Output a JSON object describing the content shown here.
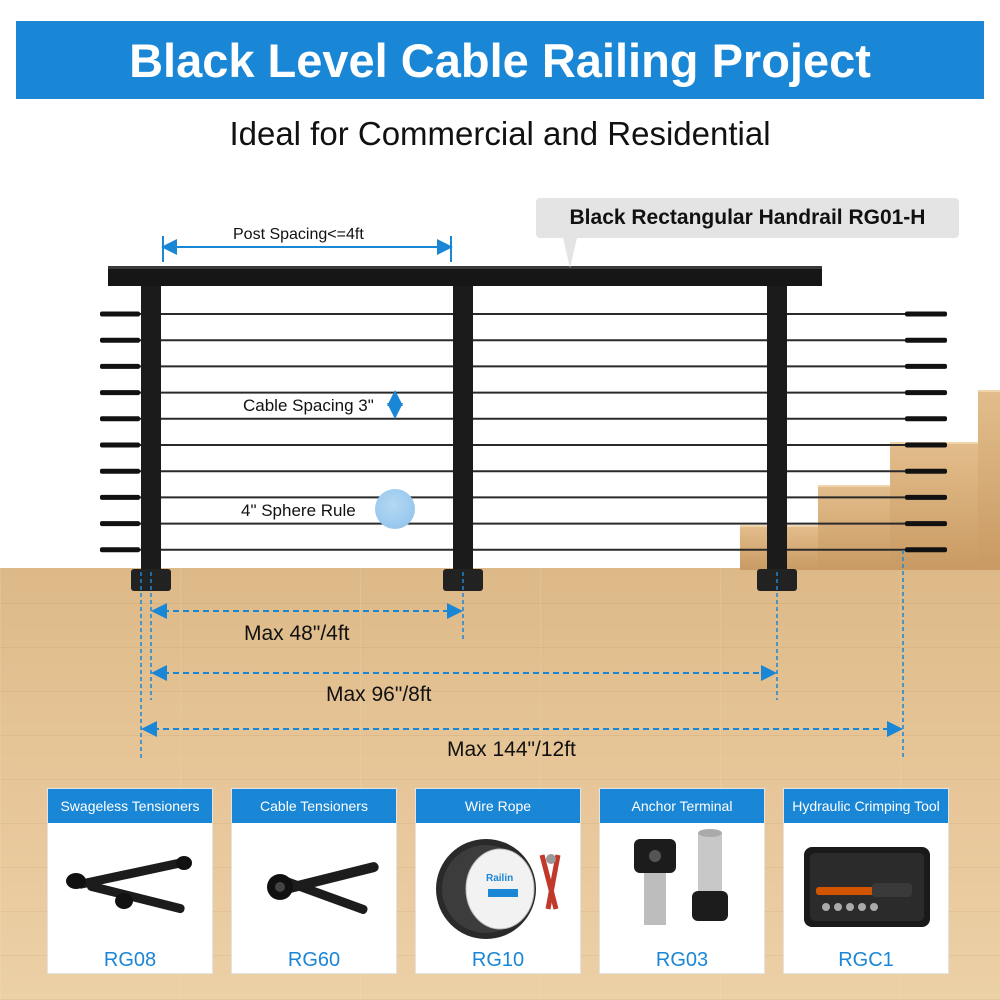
{
  "title": "Black Level Cable Railing Project",
  "subtitle": "Ideal for Commercial and Residential",
  "handrail_label": "Black Rectangular Handrail RG01-H",
  "annotations": {
    "post_spacing": "Post Spacing<=4ft",
    "cable_spacing": "Cable Spacing 3\"",
    "sphere_rule": "4\" Sphere Rule",
    "max_48": "Max 48\"/4ft",
    "max_96": "Max 96\"/8ft",
    "max_144": "Max 144\"/12ft"
  },
  "colors": {
    "accent": "#1a86d6",
    "railing": "#1b1b1b",
    "deck": "#e6c597"
  },
  "products": [
    {
      "name": "Swageless Tensioners",
      "code": "RG08",
      "icon": "swageless-tensioner-icon"
    },
    {
      "name": "Cable Tensioners",
      "code": "RG60",
      "icon": "cable-tensioner-icon"
    },
    {
      "name": "Wire Rope",
      "code": "RG10",
      "icon": "wire-rope-spool-icon",
      "spool_label": "Railin"
    },
    {
      "name": "Anchor Terminal",
      "code": "RG03",
      "icon": "anchor-terminal-icon"
    },
    {
      "name": "Hydraulic Crimping Tool",
      "code": "RGC1",
      "icon": "crimping-tool-case-icon"
    }
  ]
}
